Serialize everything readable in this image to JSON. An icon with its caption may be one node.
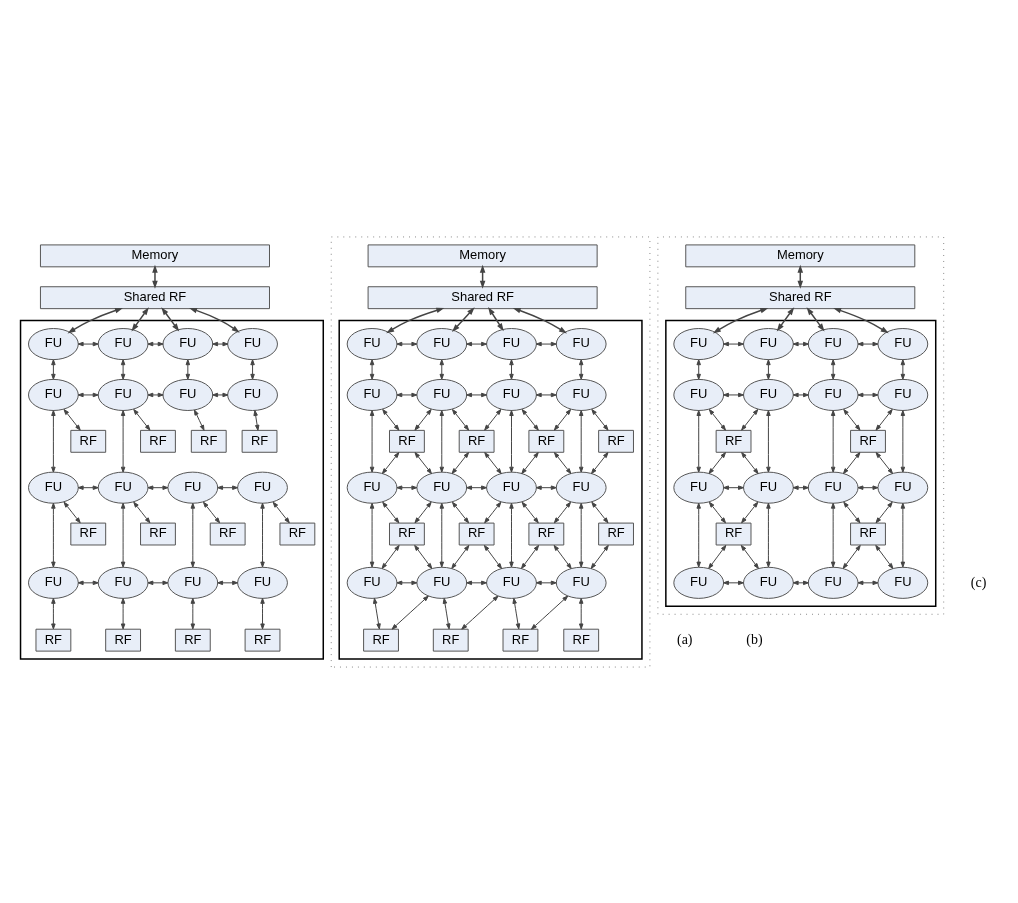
{
  "diagram": {
    "nodes": [
      {
        "text": [
          "Memory"
        ]
      },
      {
        "text": [
          "Shared RF"
        ]
      },
      {
        "text": [],
        "shape": "box"
      },
      {
        "text": [
          "FU"
        ],
        "in": 2
      },
      {
        "text": [
          "FU"
        ],
        "in": 2
      },
      {
        "text": [
          "FU"
        ],
        "in": 2
      },
      {
        "text": [
          "FU"
        ],
        "in": 2
      },
      {
        "text": [
          "FU"
        ],
        "in": 2
      },
      {
        "text": [
          "FU"
        ],
        "in": 2
      },
      {
        "text": [
          "FU"
        ],
        "in": 2
      },
      {
        "text": [
          "FU"
        ],
        "in": 2
      },
      {
        "text": [
          "FU"
        ],
        "in": 2
      },
      {
        "text": [
          "FU"
        ],
        "in": 2
      },
      {
        "text": [
          "FU"
        ],
        "in": 2
      },
      {
        "text": [
          "FU"
        ],
        "in": 2
      },
      {
        "text": [
          "FU"
        ],
        "in": 2
      },
      {
        "text": [
          "FU"
        ],
        "in": 2
      },
      {
        "text": [
          "FU"
        ],
        "in": 2
      },
      {
        "text": [
          "FU"
        ],
        "in": 2
      },
      {
        "text": [
          "RF"
        ],
        "in": 2
      },
      {
        "text": [
          "RF"
        ],
        "in": 2
      },
      {
        "text": [
          "RF"
        ],
        "in": 2
      },
      {
        "text": [
          "RF"
        ],
        "in": 2
      },
      {
        "text": [
          "RF"
        ],
        "in": 2
      },
      {
        "text": [
          "RF"
        ],
        "in": 2
      },
      {
        "text": [
          "RF"
        ],
        "in": 2
      },
      {
        "text": [
          "RF"
        ],
        "in": 2
      },
      {
        "text": [
          "RF"
        ],
        "in": 2
      },
      {
        "text": [
          "RF"
        ],
        "in": 2
      },
      {
        "text": [
          "RF"
        ],
        "in": 2
      },
      {
        "text": [
          "RF"
        ],
        "in": 2
      },
      {
        "text": [],
        "shape": "box"
      },
      {
        "text": [
          "Memory"
        ],
        "in": 31
      },
      {
        "text": [
          "Shared RF"
        ],
        "in": 31
      },
      {
        "text": [],
        "shape": "box",
        "in": 31
      },
      {
        "text": [
          "FU"
        ],
        "in": 34
      },
      {
        "text": [
          "FU"
        ],
        "in": 34
      },
      {
        "text": [
          "FU"
        ],
        "in": 34
      },
      {
        "text": [
          "FU"
        ],
        "in": 34
      },
      {
        "text": [
          "FU"
        ],
        "in": 34
      },
      {
        "text": [
          "FU"
        ],
        "in": 34
      },
      {
        "text": [
          "FU"
        ],
        "in": 34
      },
      {
        "text": [
          "FU"
        ],
        "in": 34
      },
      {
        "text": [
          "FU"
        ],
        "in": 34
      },
      {
        "text": [
          "FU"
        ],
        "in": 34
      },
      {
        "text": [
          "FU"
        ],
        "in": 34
      },
      {
        "text": [
          "FU"
        ],
        "in": 34
      },
      {
        "text": [
          "FU"
        ],
        "in": 34
      },
      {
        "text": [
          "FU"
        ],
        "in": 34
      },
      {
        "text": [
          "FU"
        ],
        "in": 34
      },
      {
        "text": [
          "FU"
        ],
        "in": 34
      },
      {
        "text": [
          "RF"
        ],
        "in": 34
      },
      {
        "text": [
          "RF"
        ],
        "in": 34
      },
      {
        "text": [
          "RF"
        ],
        "in": 34
      },
      {
        "text": [
          "RF"
        ],
        "in": 34
      },
      {
        "text": [
          "RF"
        ],
        "in": 34
      },
      {
        "text": [
          "RF"
        ],
        "in": 34
      },
      {
        "text": [
          "RF"
        ],
        "in": 34
      },
      {
        "text": [
          "RF"
        ],
        "in": 34
      },
      {
        "text": [
          "RF"
        ],
        "in": 34
      },
      {
        "text": [
          "RF"
        ],
        "in": 34
      },
      {
        "text": [
          "RF"
        ],
        "in": 34
      },
      {
        "text": [
          "RF"
        ],
        "in": 34
      },
      {
        "text": [],
        "shape": "box"
      },
      {
        "text": [
          "Memory"
        ],
        "in": 63
      },
      {
        "text": [
          "Shared RF"
        ],
        "in": 63
      },
      {
        "text": [],
        "shape": "box",
        "in": 63
      },
      {
        "text": [
          "FU"
        ],
        "in": 66
      },
      {
        "text": [
          "FU"
        ],
        "in": 66
      },
      {
        "text": [
          "FU"
        ],
        "in": 66
      },
      {
        "text": [
          "FU"
        ],
        "in": 66
      },
      {
        "text": [
          "FU"
        ],
        "in": 66
      },
      {
        "text": [
          "FU"
        ],
        "in": 66
      },
      {
        "text": [
          "FU"
        ],
        "in": 66
      },
      {
        "text": [
          "FU"
        ],
        "in": 66
      },
      {
        "text": [
          "FU"
        ],
        "in": 66
      },
      {
        "text": [
          "FU"
        ],
        "in": 66
      },
      {
        "text": [
          "FU"
        ],
        "in": 66
      },
      {
        "text": [
          "FU"
        ],
        "in": 66
      },
      {
        "text": [
          "FU"
        ],
        "in": 66
      },
      {
        "text": [
          "FU"
        ],
        "in": 66
      },
      {
        "text": [
          "FU"
        ],
        "in": 66
      },
      {
        "text": [
          "FU"
        ],
        "in": 66
      },
      {
        "text": [
          "RF"
        ],
        "in": 66
      },
      {
        "text": [
          "RF"
        ],
        "in": 66
      },
      {
        "text": [
          "RF"
        ],
        "in": 66
      },
      {
        "text": [
          "RF"
        ],
        "in": 66
      }
    ],
    "edges": [
      {
        "from": 0,
        "to": 1,
        "arrow": "both"
      },
      {
        "from": 1,
        "to": 3,
        "arrow": "both"
      },
      {
        "from": 1,
        "to": 4,
        "arrow": "both"
      },
      {
        "from": 1,
        "to": 5,
        "arrow": "both"
      },
      {
        "from": 1,
        "to": 6,
        "arrow": "both"
      },
      {
        "from": 3,
        "to": 4,
        "arrow": "both"
      },
      {
        "from": 4,
        "to": 5,
        "arrow": "both"
      },
      {
        "from": 5,
        "to": 6,
        "arrow": "both"
      },
      {
        "from": 7,
        "to": 8,
        "arrow": "both"
      },
      {
        "from": 8,
        "to": 9,
        "arrow": "both"
      },
      {
        "from": 9,
        "to": 10,
        "arrow": "both"
      },
      {
        "from": 11,
        "to": 12,
        "arrow": "both"
      },
      {
        "from": 12,
        "to": 13,
        "arrow": "both"
      },
      {
        "from": 13,
        "to": 14,
        "arrow": "both"
      },
      {
        "from": 15,
        "to": 16,
        "arrow": "both"
      },
      {
        "from": 16,
        "to": 17,
        "arrow": "both"
      },
      {
        "from": 17,
        "to": 18,
        "arrow": "both"
      },
      {
        "from": 3,
        "to": 7,
        "arrow": "both"
      },
      {
        "from": 7,
        "to": 11,
        "arrow": "both"
      },
      {
        "from": 11,
        "to": 15,
        "arrow": "both"
      },
      {
        "from": 4,
        "to": 8,
        "arrow": "both"
      },
      {
        "from": 8,
        "to": 12,
        "arrow": "both"
      },
      {
        "from": 12,
        "to": 16,
        "arrow": "both"
      },
      {
        "from": 5,
        "to": 9,
        "arrow": "both"
      },
      {
        "from": 13,
        "to": 17,
        "arrow": "both"
      },
      {
        "from": 6,
        "to": 10,
        "arrow": "both"
      },
      {
        "from": 14,
        "to": 18,
        "arrow": "both"
      },
      {
        "from": 7,
        "to": 19,
        "arrow": "both"
      },
      {
        "from": 8,
        "to": 20,
        "arrow": "both"
      },
      {
        "from": 9,
        "to": 21,
        "arrow": "both"
      },
      {
        "from": 10,
        "to": 22,
        "arrow": "both"
      },
      {
        "from": 11,
        "to": 23,
        "arrow": "both"
      },
      {
        "from": 12,
        "to": 24,
        "arrow": "both"
      },
      {
        "from": 13,
        "to": 25,
        "arrow": "both"
      },
      {
        "from": 14,
        "to": 26,
        "arrow": "both"
      },
      {
        "from": 15,
        "to": 27,
        "arrow": "both"
      },
      {
        "from": 16,
        "to": 28,
        "arrow": "both"
      },
      {
        "from": 17,
        "to": 29,
        "arrow": "both"
      },
      {
        "from": 18,
        "to": 30,
        "arrow": "both"
      },
      {
        "from": 32,
        "to": 33,
        "arrow": "both"
      },
      {
        "from": 33,
        "to": 35,
        "arrow": "both"
      },
      {
        "from": 33,
        "to": 36,
        "arrow": "both"
      },
      {
        "from": 33,
        "to": 37,
        "arrow": "both"
      },
      {
        "from": 33,
        "to": 38,
        "arrow": "both"
      },
      {
        "from": 35,
        "to": 36,
        "arrow": "both"
      },
      {
        "from": 36,
        "to": 37,
        "arrow": "both"
      },
      {
        "from": 37,
        "to": 38,
        "arrow": "both"
      },
      {
        "from": 39,
        "to": 40,
        "arrow": "both"
      },
      {
        "from": 40,
        "to": 41,
        "arrow": "both"
      },
      {
        "from": 41,
        "to": 42,
        "arrow": "both"
      },
      {
        "from": 43,
        "to": 44,
        "arrow": "both"
      },
      {
        "from": 44,
        "to": 45,
        "arrow": "both"
      },
      {
        "from": 45,
        "to": 46,
        "arrow": "both"
      },
      {
        "from": 47,
        "to": 48,
        "arrow": "both"
      },
      {
        "from": 48,
        "to": 49,
        "arrow": "both"
      },
      {
        "from": 49,
        "to": 50,
        "arrow": "both"
      },
      {
        "from": 35,
        "to": 39,
        "arrow": "both"
      },
      {
        "from": 39,
        "to": 43,
        "arrow": "both"
      },
      {
        "from": 43,
        "to": 47,
        "arrow": "both"
      },
      {
        "from": 36,
        "to": 40,
        "arrow": "both"
      },
      {
        "from": 40,
        "to": 44,
        "arrow": "both"
      },
      {
        "from": 44,
        "to": 48,
        "arrow": "both"
      },
      {
        "from": 37,
        "to": 41,
        "arrow": "both"
      },
      {
        "from": 41,
        "to": 45,
        "arrow": "both"
      },
      {
        "from": 45,
        "to": 49,
        "arrow": "both"
      },
      {
        "from": 38,
        "to": 42,
        "arrow": "both"
      },
      {
        "from": 42,
        "to": 46,
        "arrow": "both"
      },
      {
        "from": 46,
        "to": 50,
        "arrow": "both"
      },
      {
        "from": 39,
        "to": 51,
        "arrow": "both"
      },
      {
        "from": 40,
        "to": 51,
        "arrow": "both"
      },
      {
        "from": 43,
        "to": 51,
        "arrow": "both"
      },
      {
        "from": 44,
        "to": 51,
        "arrow": "both"
      },
      {
        "from": 40,
        "to": 52,
        "arrow": "both"
      },
      {
        "from": 41,
        "to": 52,
        "arrow": "both"
      },
      {
        "from": 44,
        "to": 52,
        "arrow": "both"
      },
      {
        "from": 45,
        "to": 52,
        "arrow": "both"
      },
      {
        "from": 41,
        "to": 53,
        "arrow": "both"
      },
      {
        "from": 42,
        "to": 53,
        "arrow": "both"
      },
      {
        "from": 45,
        "to": 53,
        "arrow": "both"
      },
      {
        "from": 46,
        "to": 53,
        "arrow": "both"
      },
      {
        "from": 42,
        "to": 54,
        "arrow": "both"
      },
      {
        "from": 46,
        "to": 54,
        "arrow": "both"
      },
      {
        "from": 43,
        "to": 55,
        "arrow": "both"
      },
      {
        "from": 44,
        "to": 55,
        "arrow": "both"
      },
      {
        "from": 47,
        "to": 55,
        "arrow": "both"
      },
      {
        "from": 48,
        "to": 55,
        "arrow": "both"
      },
      {
        "from": 44,
        "to": 56,
        "arrow": "both"
      },
      {
        "from": 45,
        "to": 56,
        "arrow": "both"
      },
      {
        "from": 48,
        "to": 56,
        "arrow": "both"
      },
      {
        "from": 49,
        "to": 56,
        "arrow": "both"
      },
      {
        "from": 45,
        "to": 57,
        "arrow": "both"
      },
      {
        "from": 46,
        "to": 57,
        "arrow": "both"
      },
      {
        "from": 49,
        "to": 57,
        "arrow": "both"
      },
      {
        "from": 50,
        "to": 57,
        "arrow": "both"
      },
      {
        "from": 46,
        "to": 58,
        "arrow": "both"
      },
      {
        "from": 50,
        "to": 58,
        "arrow": "both"
      },
      {
        "from": 47,
        "to": 59,
        "arrow": "both"
      },
      {
        "from": 48,
        "to": 59,
        "arrow": "both"
      },
      {
        "from": 48,
        "to": 60,
        "arrow": "both"
      },
      {
        "from": 49,
        "to": 60,
        "arrow": "both"
      },
      {
        "from": 49,
        "to": 61,
        "arrow": "both"
      },
      {
        "from": 50,
        "to": 61,
        "arrow": "both"
      },
      {
        "from": 50,
        "to": 62,
        "arrow": "both"
      },
      {
        "from": 64,
        "to": 65,
        "arrow": "both"
      },
      {
        "from": 65,
        "to": 67,
        "arrow": "both"
      },
      {
        "from": 65,
        "to": 68,
        "arrow": "both"
      },
      {
        "from": 65,
        "to": 69,
        "arrow": "both"
      },
      {
        "from": 65,
        "to": 70,
        "arrow": "both"
      },
      {
        "from": 67,
        "to": 68,
        "arrow": "both"
      },
      {
        "from": 68,
        "to": 69,
        "arrow": "both"
      },
      {
        "from": 69,
        "to": 70,
        "arrow": "both"
      },
      {
        "from": 71,
        "to": 72,
        "arrow": "both"
      },
      {
        "from": 72,
        "to": 73,
        "arrow": "both"
      },
      {
        "from": 73,
        "to": 74,
        "arrow": "both"
      },
      {
        "from": 75,
        "to": 76,
        "arrow": "both"
      },
      {
        "from": 76,
        "to": 77,
        "arrow": "both"
      },
      {
        "from": 77,
        "to": 78,
        "arrow": "both"
      },
      {
        "from": 79,
        "to": 80,
        "arrow": "both"
      },
      {
        "from": 80,
        "to": 81,
        "arrow": "both"
      },
      {
        "from": 81,
        "to": 82,
        "arrow": "both"
      },
      {
        "from": 67,
        "to": 71,
        "arrow": "both"
      },
      {
        "from": 71,
        "to": 75,
        "arrow": "both"
      },
      {
        "from": 75,
        "to": 79,
        "arrow": "both"
      },
      {
        "from": 68,
        "to": 72,
        "arrow": "both"
      },
      {
        "from": 72,
        "to": 76,
        "arrow": "both"
      },
      {
        "from": 76,
        "to": 80,
        "arrow": "both"
      },
      {
        "from": 69,
        "to": 73,
        "arrow": "both"
      },
      {
        "from": 73,
        "to": 77,
        "arrow": "both"
      },
      {
        "from": 77,
        "to": 81,
        "arrow": "both"
      },
      {
        "from": 70,
        "to": 74,
        "arrow": "both"
      },
      {
        "from": 74,
        "to": 78,
        "arrow": "both"
      },
      {
        "from": 78,
        "to": 82,
        "arrow": "both"
      },
      {
        "from": 71,
        "to": 83,
        "arrow": "both"
      },
      {
        "from": 72,
        "to": 83,
        "arrow": "both"
      },
      {
        "from": 75,
        "to": 83,
        "arrow": "both"
      },
      {
        "from": 76,
        "to": 83,
        "arrow": "both"
      },
      {
        "from": 73,
        "to": 84,
        "arrow": "both"
      },
      {
        "from": 74,
        "to": 84,
        "arrow": "both"
      },
      {
        "from": 77,
        "to": 84,
        "arrow": "both"
      },
      {
        "from": 78,
        "to": 84,
        "arrow": "both"
      },
      {
        "from": 75,
        "to": 85,
        "arrow": "both"
      },
      {
        "from": 76,
        "to": 85,
        "arrow": "both"
      },
      {
        "from": 79,
        "to": 85,
        "arrow": "both"
      },
      {
        "from": 80,
        "to": 85,
        "arrow": "both"
      },
      {
        "from": 77,
        "to": 86,
        "arrow": "both"
      },
      {
        "from": 78,
        "to": 86,
        "arrow": "both"
      },
      {
        "from": 81,
        "to": 86,
        "arrow": "both"
      },
      {
        "from": 82,
        "to": 86,
        "arrow": "both"
      }
    ],
    "labels": [
      "(a)",
      "(b)",
      "(c)"
    ]
  }
}
